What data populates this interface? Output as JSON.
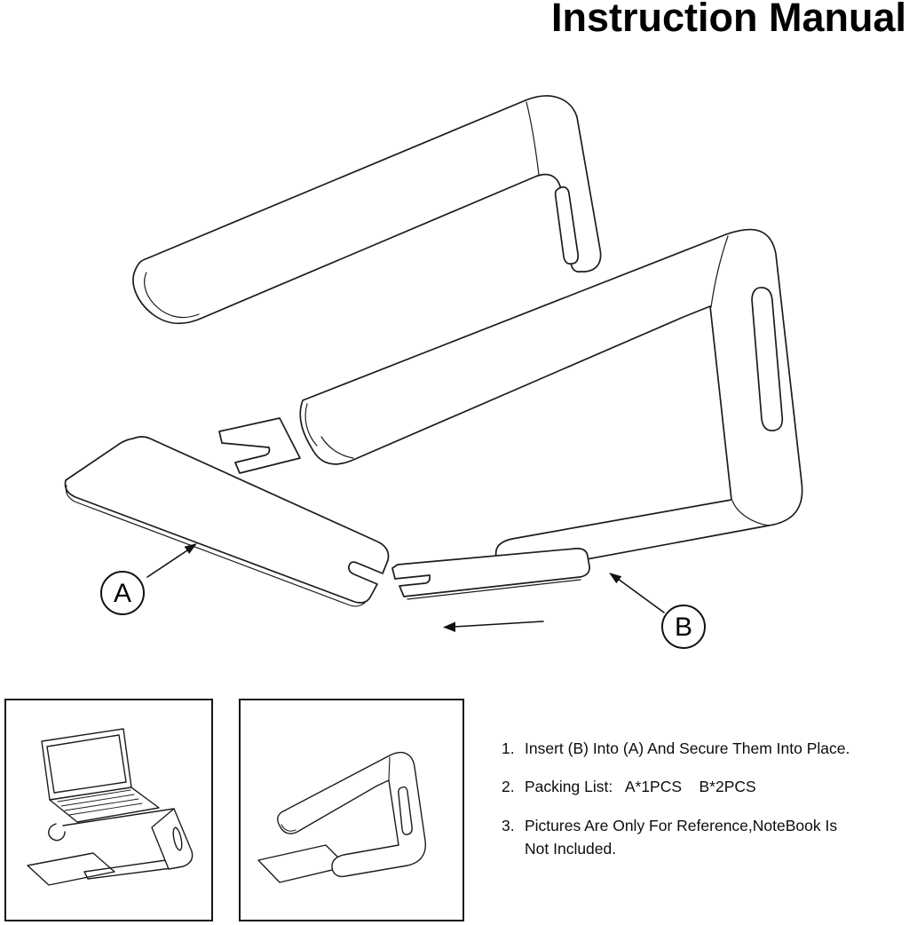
{
  "title": "Instruction Manual",
  "diagram": {
    "part_a_label": "A",
    "part_b_label": "B"
  },
  "instructions": {
    "items": [
      {
        "num": "1.",
        "text": "Insert (B) Into (A) And Secure Them Into Place."
      },
      {
        "num": "2.",
        "text": "Packing List:   A*1PCS    B*2PCS"
      },
      {
        "num": "3.",
        "text": "Pictures Are Only For Reference,NoteBook Is\nNot Included."
      }
    ]
  }
}
